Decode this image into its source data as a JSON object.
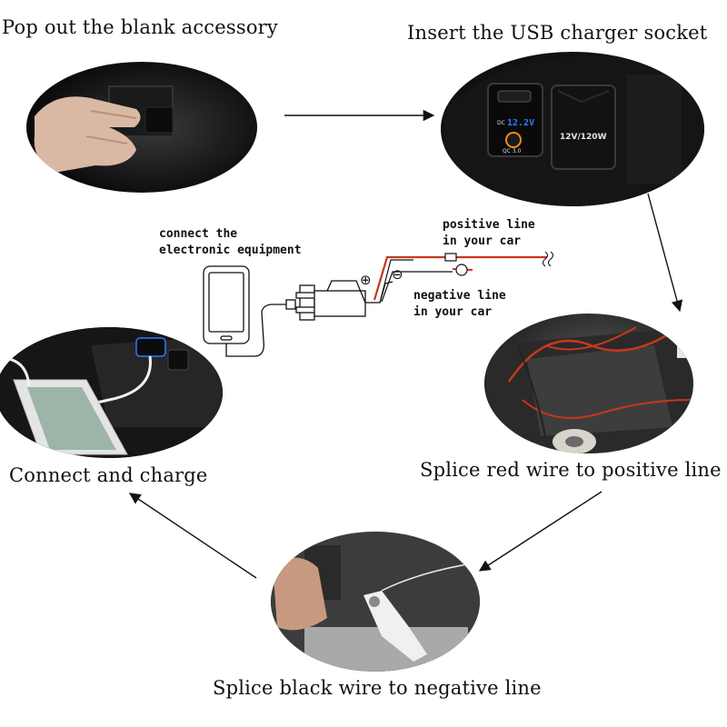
{
  "steps": {
    "step1": "Pop out the blank accessory",
    "step2": "Insert the USB charger socket",
    "step3": "Splice red wire to positive line",
    "step4": "Splice black wire to negative line",
    "step5": "Connect and charge"
  },
  "wiring": {
    "equipment_line1": "connect the",
    "equipment_line2": "electronic equipment",
    "positive_line1": "positive line",
    "positive_line2": "in your car",
    "negative_line1": "negative line",
    "negative_line2": "in your car",
    "plus_symbol": "⊕",
    "minus_symbol": "⊖"
  },
  "socket": {
    "voltage_readout": "12.2V",
    "dc_label": "DC",
    "qc_label": "QC 3.0",
    "socket_rating": "12V/120W"
  },
  "colors": {
    "wire_red": "#c8371e",
    "voltmeter_blue": "#2a7bff",
    "qc_orange": "#f08a1c"
  }
}
